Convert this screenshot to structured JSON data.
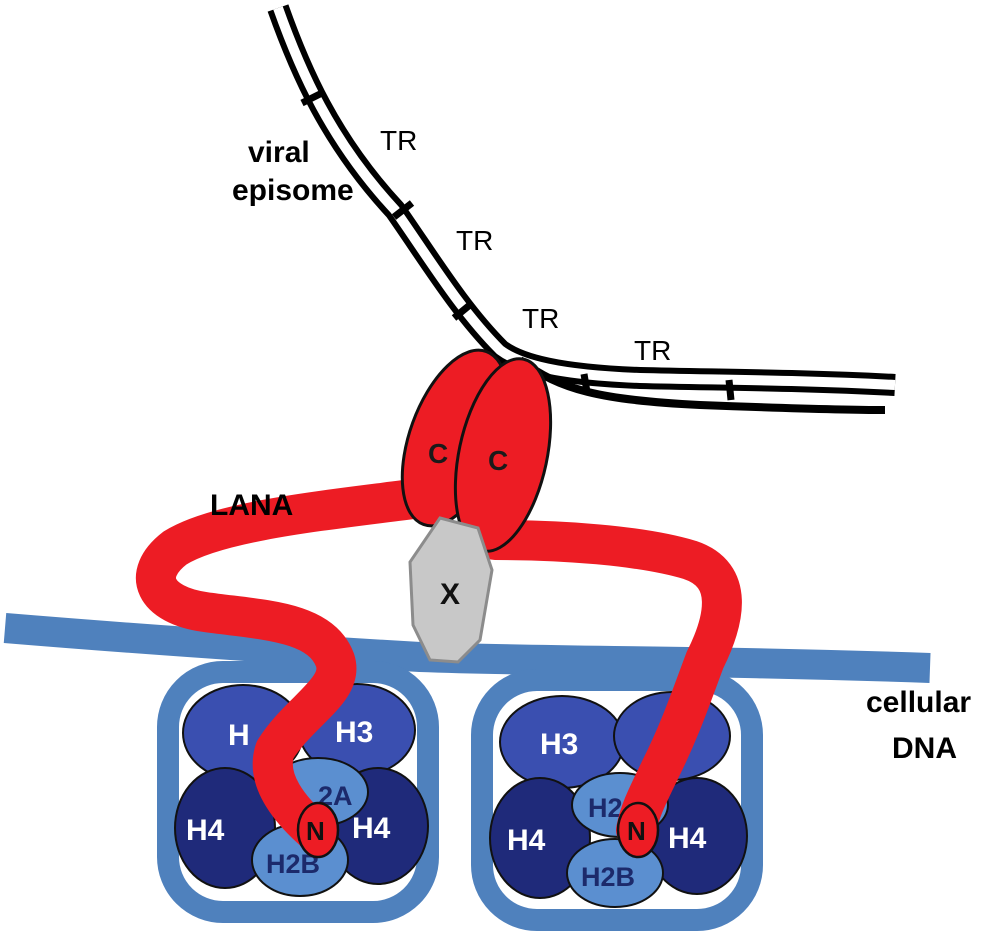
{
  "labels": {
    "viral_episome_line1": "viral",
    "viral_episome_line2": "episome",
    "tr_1": "TR",
    "tr_2": "TR",
    "tr_3": "TR",
    "tr_4": "TR",
    "lana": "LANA",
    "c_left": "C",
    "c_right": "C",
    "x": "X",
    "cellular_dna_line1": "cellular",
    "cellular_dna_line2": "DNA"
  },
  "nucleosome_left": {
    "h3_top_left": "H",
    "h3_top_right": "H3",
    "h4_left": "H4",
    "h4_right": "H4",
    "h2a": "2A",
    "h2b": "H2B",
    "n": "N"
  },
  "nucleosome_right": {
    "h3_top_left": "H3",
    "h4_left": "H4",
    "h4_right": "H4",
    "h2a": "H2",
    "h2b": "H2B",
    "n": "N"
  },
  "colors": {
    "lana_red": "#ed1c24",
    "dna_blue": "#4f81bd",
    "histone_dark": "#1f2a7a",
    "histone_mid": "#3a4fb0",
    "histone_light": "#5b8fd0",
    "x_gray": "#c8c8c8"
  }
}
